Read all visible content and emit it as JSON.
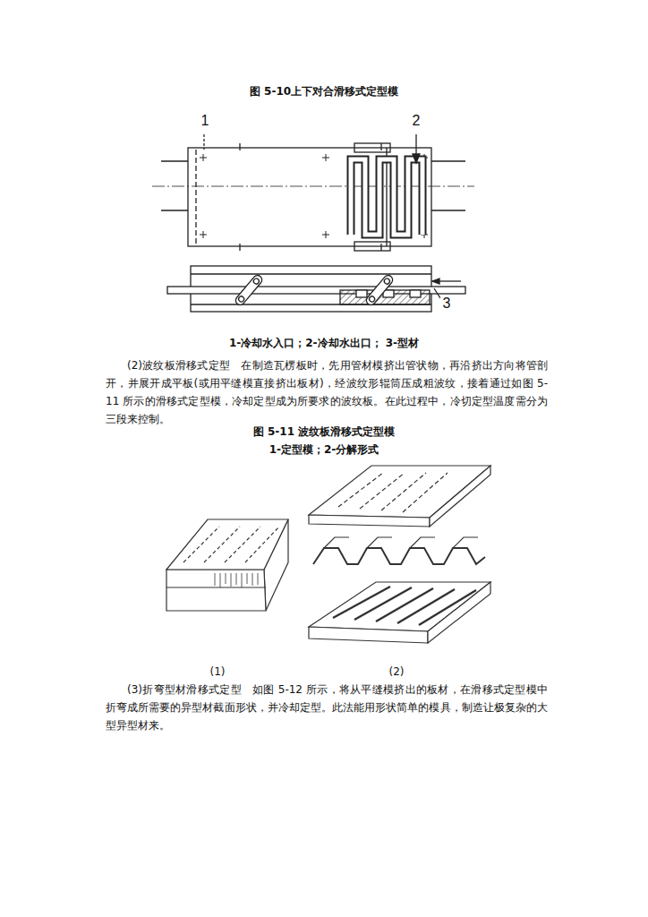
{
  "diagram": {
    "title": "图 5-10上下对合滑移式定型模",
    "labels": [
      "1",
      "2",
      "3",
      "1-冷却水入口；2-冷却水出口； 3-型材",
      "(2)波纹板滑移式定型　在制造瓦楞板时，先用管材模挤出管状物，再沿挤出方向将管剖开，并展开成平板(或用平缝模直接挤出板材)，经波纹形辊筒压成粗波纹，接着通过如图 5-11 所示的滑移式定型模，冷却定型成为所要求的波纹板。在此过程中，冷切定型温度需分为三段来控制。",
      "图 5-11 波纹板滑移式定型模",
      "1-定型模；2-分解形式",
      "(1)",
      "(2)",
      "(3)折弯型材滑移式定型　如图 5-12 所示，将从平缝模挤出的板材，在滑移式定型模中折弯成所需要的异型材截面形状，并冷却定型。此法能用形状简单的模具，制造让极复杂的大型异型材来。"
    ]
  }
}
